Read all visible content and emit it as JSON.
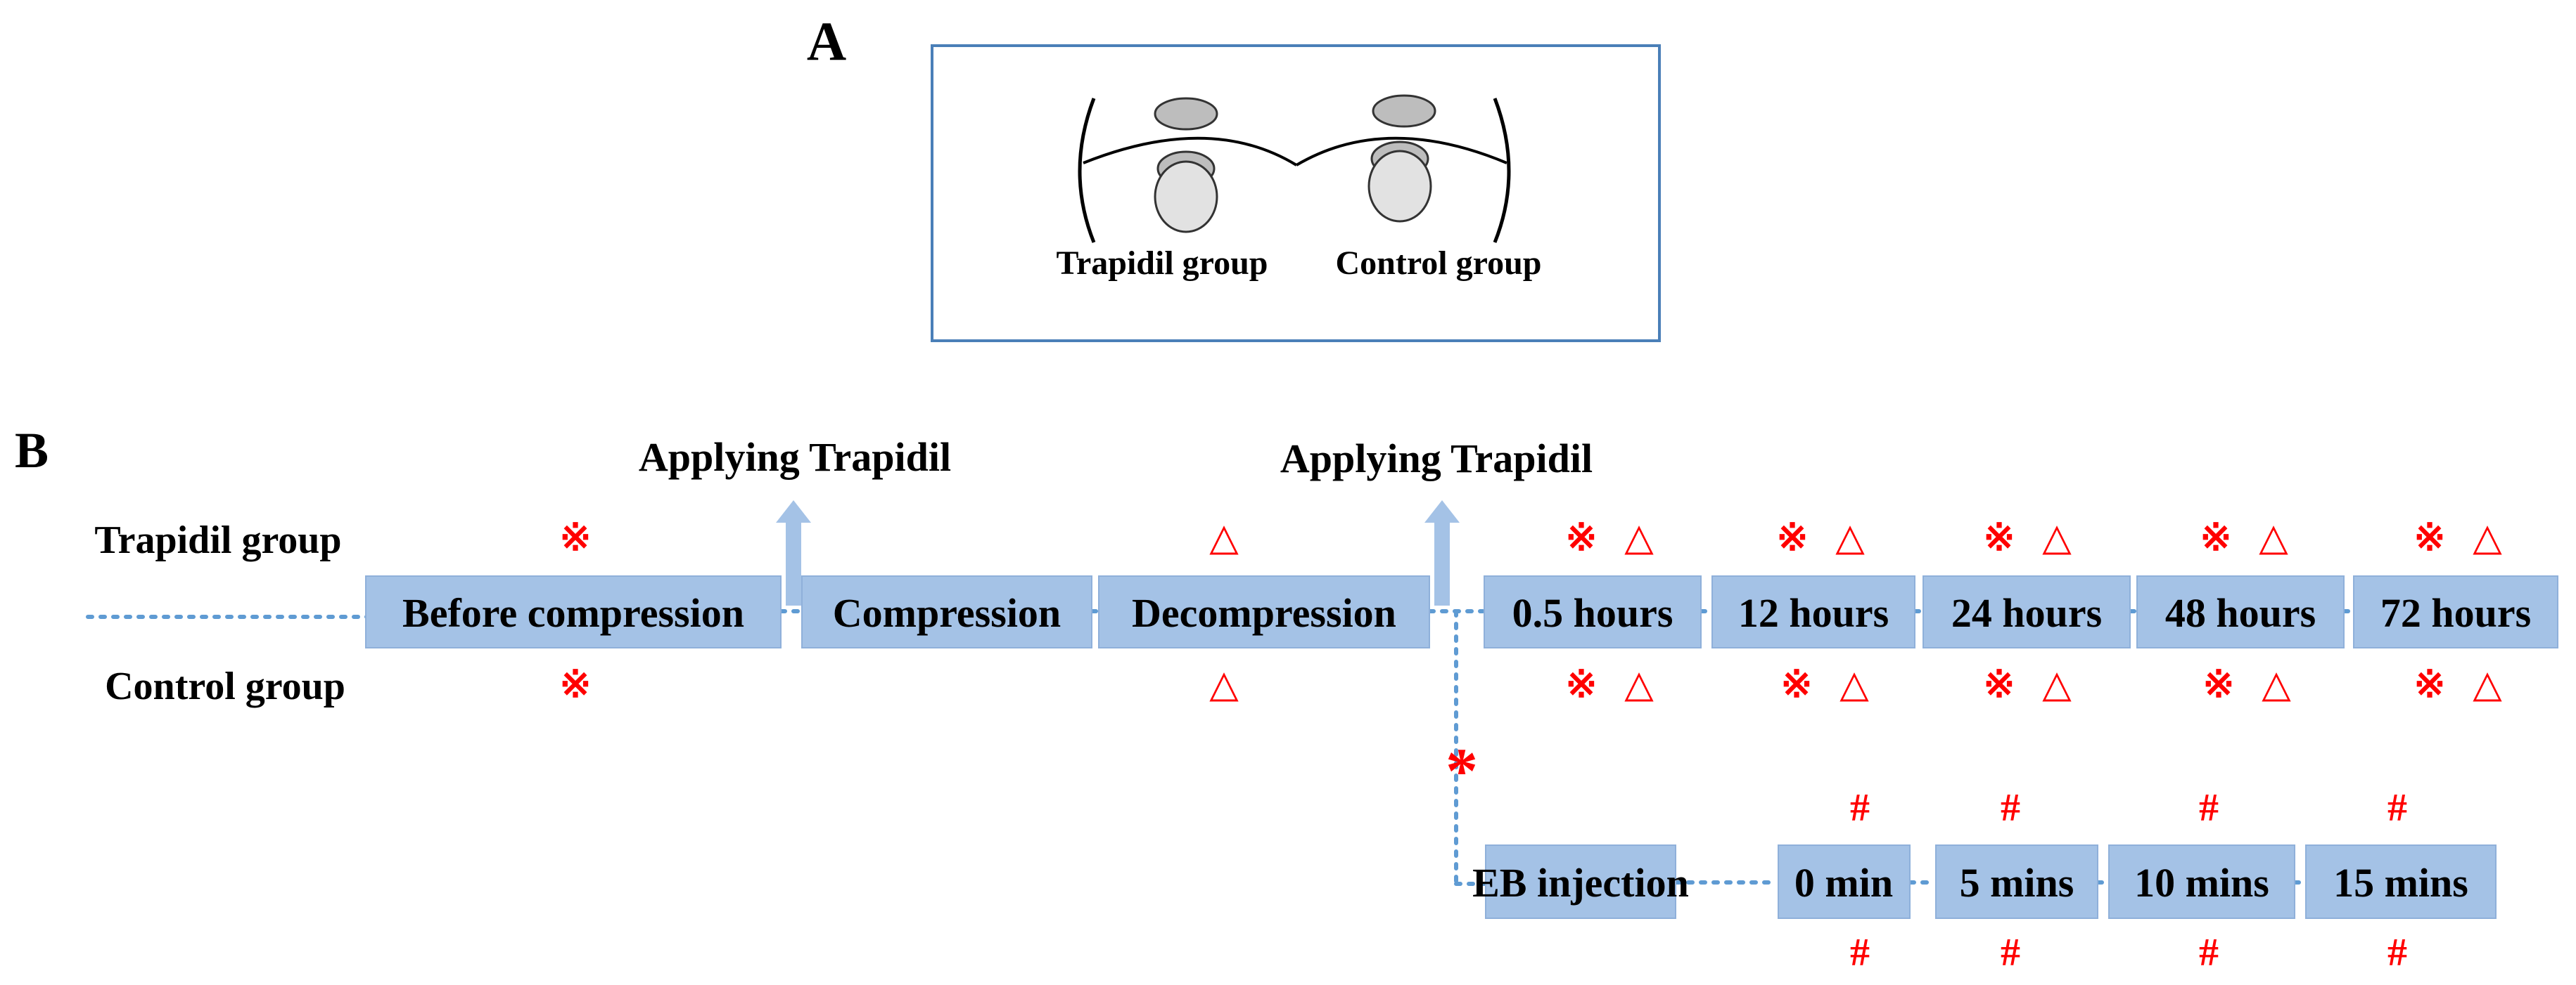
{
  "panel_a": {
    "label": "A",
    "trapidil_group_label": "Trapidil group",
    "control_group_label": "Control group"
  },
  "panel_b": {
    "label": "B",
    "apply_trapidil_1": "Applying Trapidil",
    "apply_trapidil_2": "Applying Trapidil",
    "trapidil_row_label": "Trapidil group",
    "control_row_label": "Control group",
    "stages": [
      "Before compression",
      "Compression",
      "Decompression",
      "0.5 hours",
      "12 hours",
      "24 hours",
      "48 hours",
      "72 hours"
    ],
    "eb_stages": [
      "EB injection",
      "0 min",
      "5 mins",
      "10 mins",
      "15 mins"
    ],
    "markers": {
      "reference": "※",
      "triangle": "△",
      "hash": "#",
      "asterisk": "*"
    }
  },
  "colors": {
    "box_fill": "#a4c2e6",
    "box_border": "#8fb0da",
    "arrow": "#a4c2e6",
    "dotted_line": "#5f9bd3",
    "marker_red": "#ff0000",
    "frame_border": "#4a7fb8",
    "text": "#000000"
  }
}
